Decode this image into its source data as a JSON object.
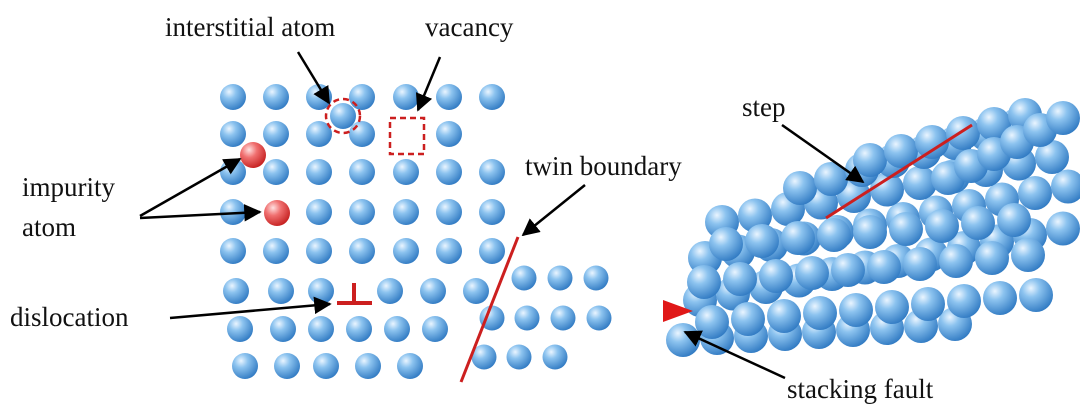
{
  "labels": {
    "interstitial": "interstitial atom",
    "vacancy": "vacancy",
    "impurity_line1": "impurity",
    "impurity_line2": "atom",
    "dislocation": "dislocation",
    "twin": "twin boundary",
    "step": "step",
    "stacking": "stacking fault"
  },
  "colors": {
    "atom": "#4a93d6",
    "impurity": "#e23a3a",
    "defect": "#cc1f1f",
    "arrow": "#000000"
  }
}
